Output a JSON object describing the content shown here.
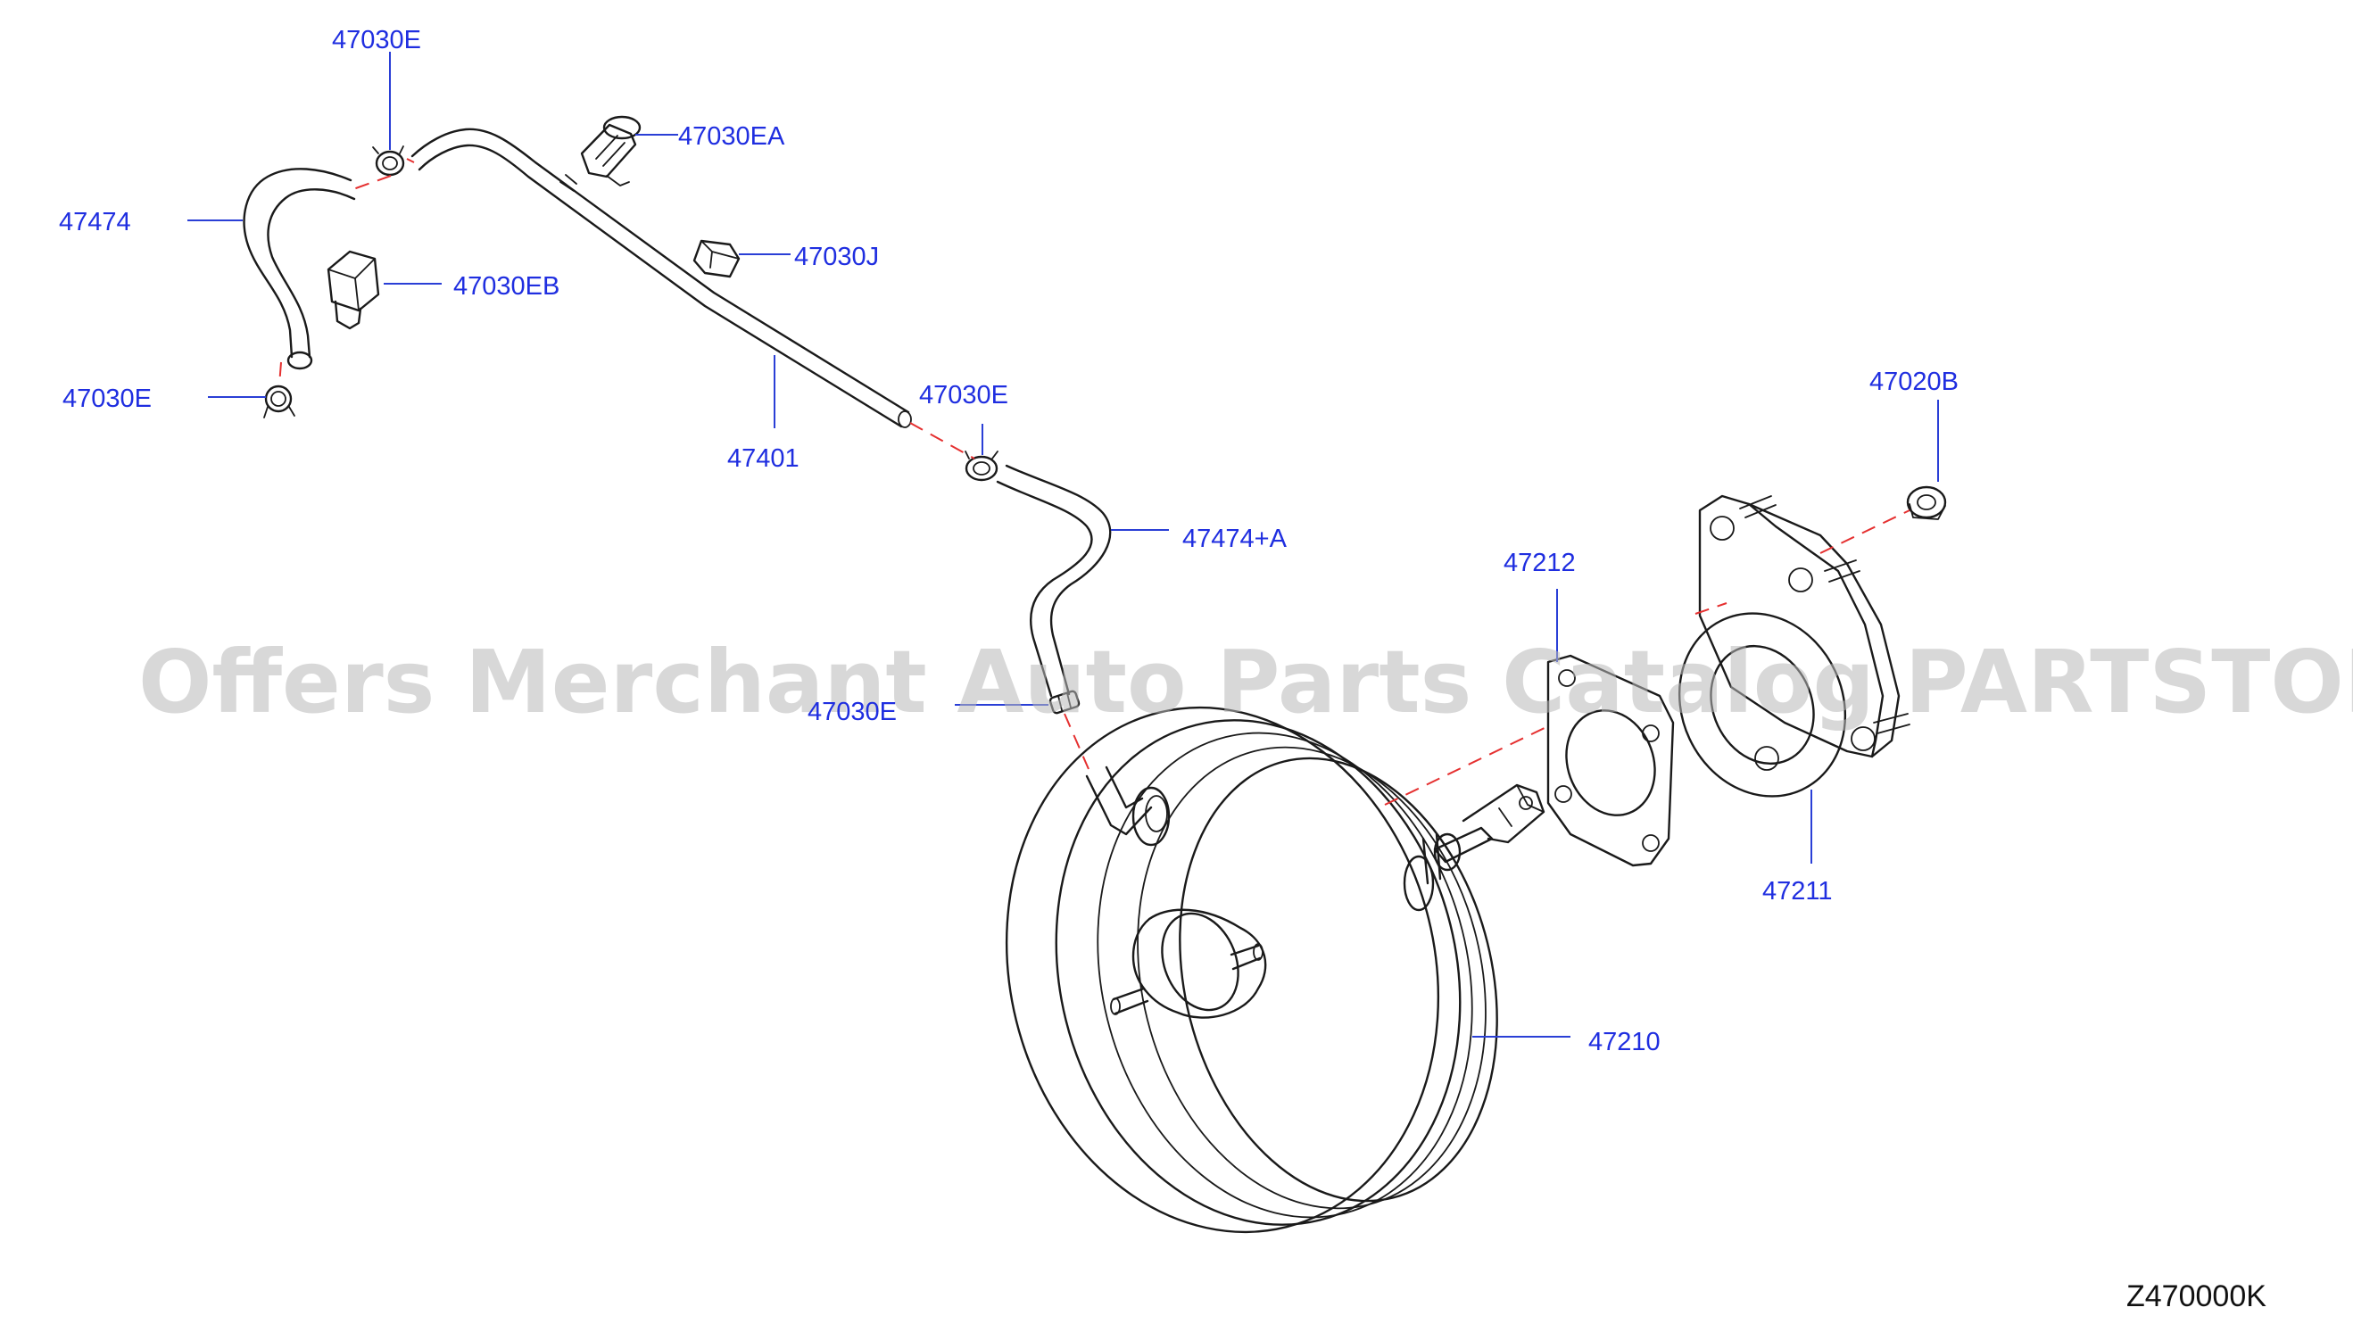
{
  "watermark": "Offers Merchant Auto Parts Catalog PARTSTORE.SA",
  "diagram_code": "Z470000K",
  "callouts": {
    "clamp_upper": "47030E",
    "connector_upper": "47030EA",
    "hose_left": "47474",
    "clip_j": "47030J",
    "clip_eb": "47030EB",
    "clamp_lower_left": "47030E",
    "clamp_middle": "47030E",
    "tube": "47401",
    "nut": "47020B",
    "hose_right": "47474+A",
    "gasket": "47212",
    "check_valve": "47030E",
    "spacer": "47211",
    "booster": "47210"
  },
  "colors": {
    "callout_text": "#1f2ee0",
    "leader_line": "#2a3fd6",
    "phantom_line": "#e53030",
    "part_outline": "#1a1a1a",
    "watermark": "#b9b9b9"
  }
}
